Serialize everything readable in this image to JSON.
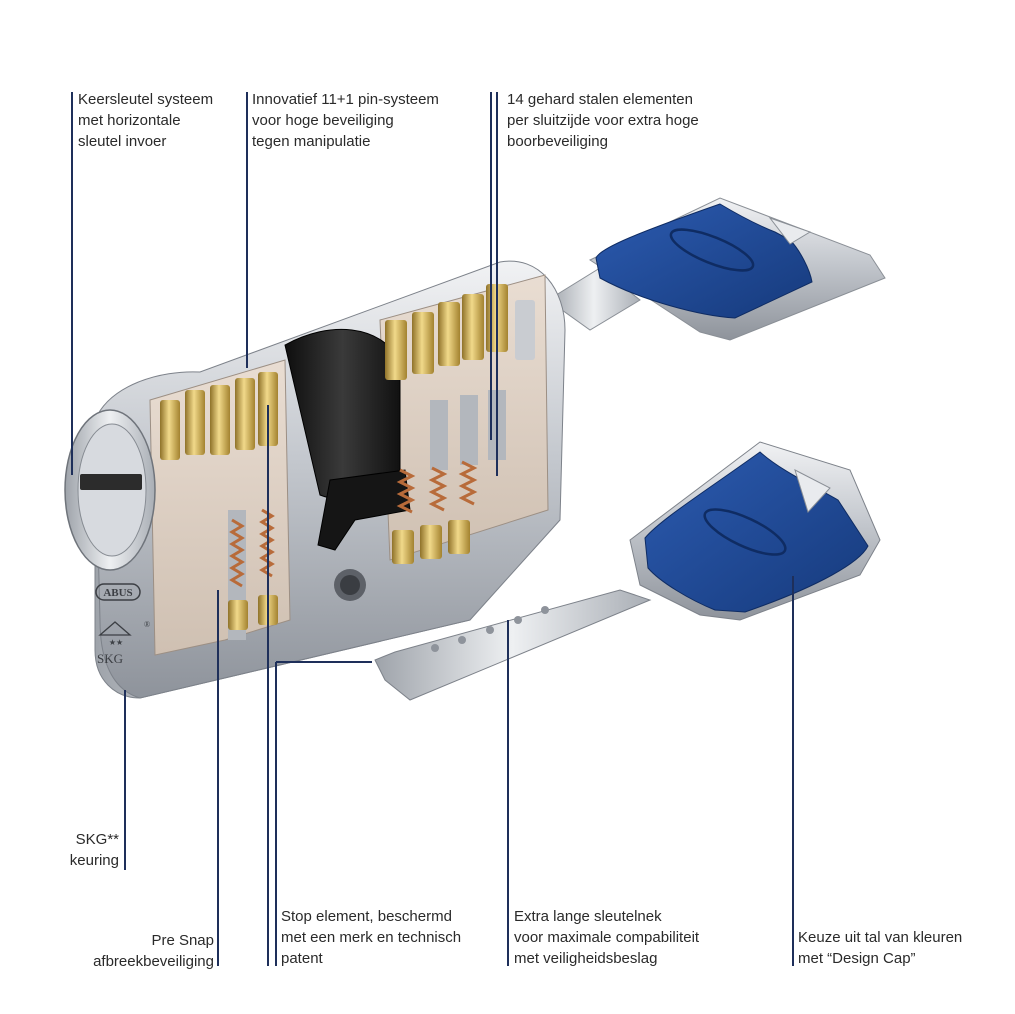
{
  "brand": "ABUS",
  "skg_badge": "SKG",
  "registered_mark": "®",
  "colors": {
    "leader_line": "#1e2f5a",
    "key_cap": "#1f4a9a",
    "key_cap_dark": "#163a7c",
    "steel": "#c9ccd1",
    "brass": "#c9a54a",
    "spring": "#b86b3a",
    "black_cam": "#1b1b1b"
  },
  "callouts": {
    "keersleutel": [
      "Keersleutel systeem",
      "met horizontale",
      "sleutel invoer"
    ],
    "pin_systeem": [
      "Innovatief 11+1 pin-systeem",
      "voor hoge beveiliging",
      "tegen manipulatie"
    ],
    "gehard_staal": [
      "14 gehard stalen elementen",
      "per sluitzijde voor extra hoge",
      "boorbeveiliging"
    ],
    "skg": [
      "SKG**",
      "keuring"
    ],
    "pre_snap": [
      "Pre Snap",
      "afbreekbeveiliging"
    ],
    "stop_element": [
      "Stop element, beschermd",
      "met een merk en technisch",
      "patent"
    ],
    "sleutelnek": [
      "Extra lange sleutelnek",
      "voor maximale compabiliteit",
      "met veiligheidsbeslag"
    ],
    "design_cap": [
      "Keuze uit tal van kleuren",
      "met “Design Cap”"
    ]
  }
}
